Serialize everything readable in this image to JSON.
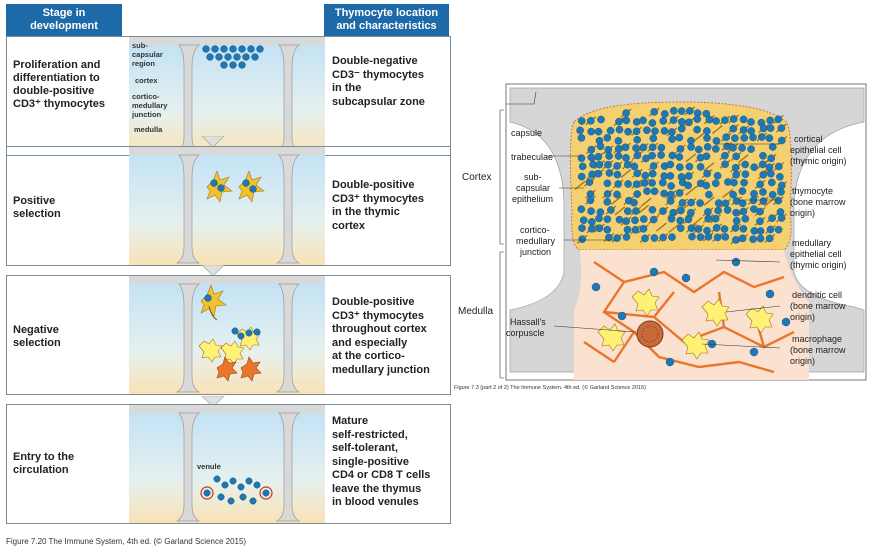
{
  "left": {
    "header_stage": "Stage in\ndevelopment",
    "header_location": "Thymocyte location\nand characteristics",
    "rows": [
      {
        "stage": "Proliferation and\ndifferentiation to\ndouble-positive\nCD3⁺ thymocytes",
        "desc": "Double-negative\nCD3⁻ thymocytes\nin the\nsubcapsular zone"
      },
      {
        "stage": "Positive\nselection",
        "desc": "Double-positive\nCD3⁺ thymocytes\nin the thymic\ncortex"
      },
      {
        "stage": "Negative\nselection",
        "desc": "Double-positive\nCD3⁺ thymocytes\nthroughout cortex\nand especially\nat the cortico-\nmedullary junction"
      },
      {
        "stage": "Entry to the\ncirculation",
        "desc": "Mature\nself-restricted,\nself-tolerant,\nsingle-positive\nCD4 or CD8 T cells\nleave the thymus\nin blood venules"
      }
    ],
    "panel1_labels": [
      "sub-",
      "capsular",
      "region",
      "cortex",
      "cortico-",
      "medullary",
      "junction",
      "medulla"
    ],
    "venule_label": "venule",
    "caption": "Figure 7.20  The Immune System, 4th ed. (© Garland Science 2015)"
  },
  "right": {
    "region_cortex": "Cortex",
    "region_medulla": "Medulla",
    "left_labels": [
      "capsule",
      "trabeculae",
      "sub-",
      "capsular",
      "epithelium",
      "cortico-",
      "medullary",
      "junction",
      "Hassall's",
      "corpuscle"
    ],
    "right_labels": [
      "cortical",
      "epithelial cell",
      "(thymic origin)",
      "thymocyte",
      "(bone marrow",
      "origin)",
      "medullary",
      "epithelial cell",
      "(thymic origin)",
      "dendritic cell",
      "(bone marrow",
      "origin)",
      "macrophage",
      "(bone marrow",
      "origin)"
    ],
    "caption": "Figure 7.3 (part 2 of 2) The Immune System, 4th ed. (© Garland Science 2015)"
  },
  "colors": {
    "header": "#1e6aa8",
    "thymocyte": "#1f78b4",
    "epithelial": "#f2c12e",
    "macrophage": "#e9762b",
    "trabecula": "#d9d9d9"
  }
}
